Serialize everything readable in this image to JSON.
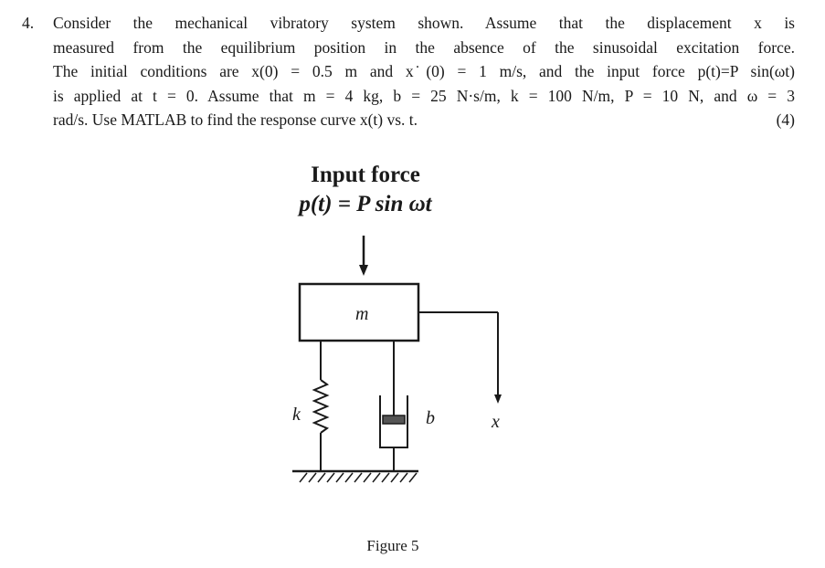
{
  "problem": {
    "number": "4.",
    "lines": [
      "Consider the mechanical vibratory system shown. Assume that the displacement x is",
      "measured from the equilibrium position in the absence of the sinusoidal excitation force.",
      "The initial conditions are x(0) = 0.5 m and x ̇(0) = 1 m/s, and the input force p(t)=P sin(ωt)",
      "is applied at t = 0. Assume that m = 4 kg, b = 25 N·s/m, k = 100 N/m, P = 10 N, and ω = 3",
      "rad/s. Use MATLAB to find the response curve x(t) vs. t."
    ],
    "marks": "(4)"
  },
  "figure": {
    "heading": "Input force",
    "equation": "p(t) = P sin ωt",
    "mass_label": "m",
    "spring_label": "k",
    "damper_label": "b",
    "displacement_label": "x",
    "caption": "Figure 5"
  }
}
